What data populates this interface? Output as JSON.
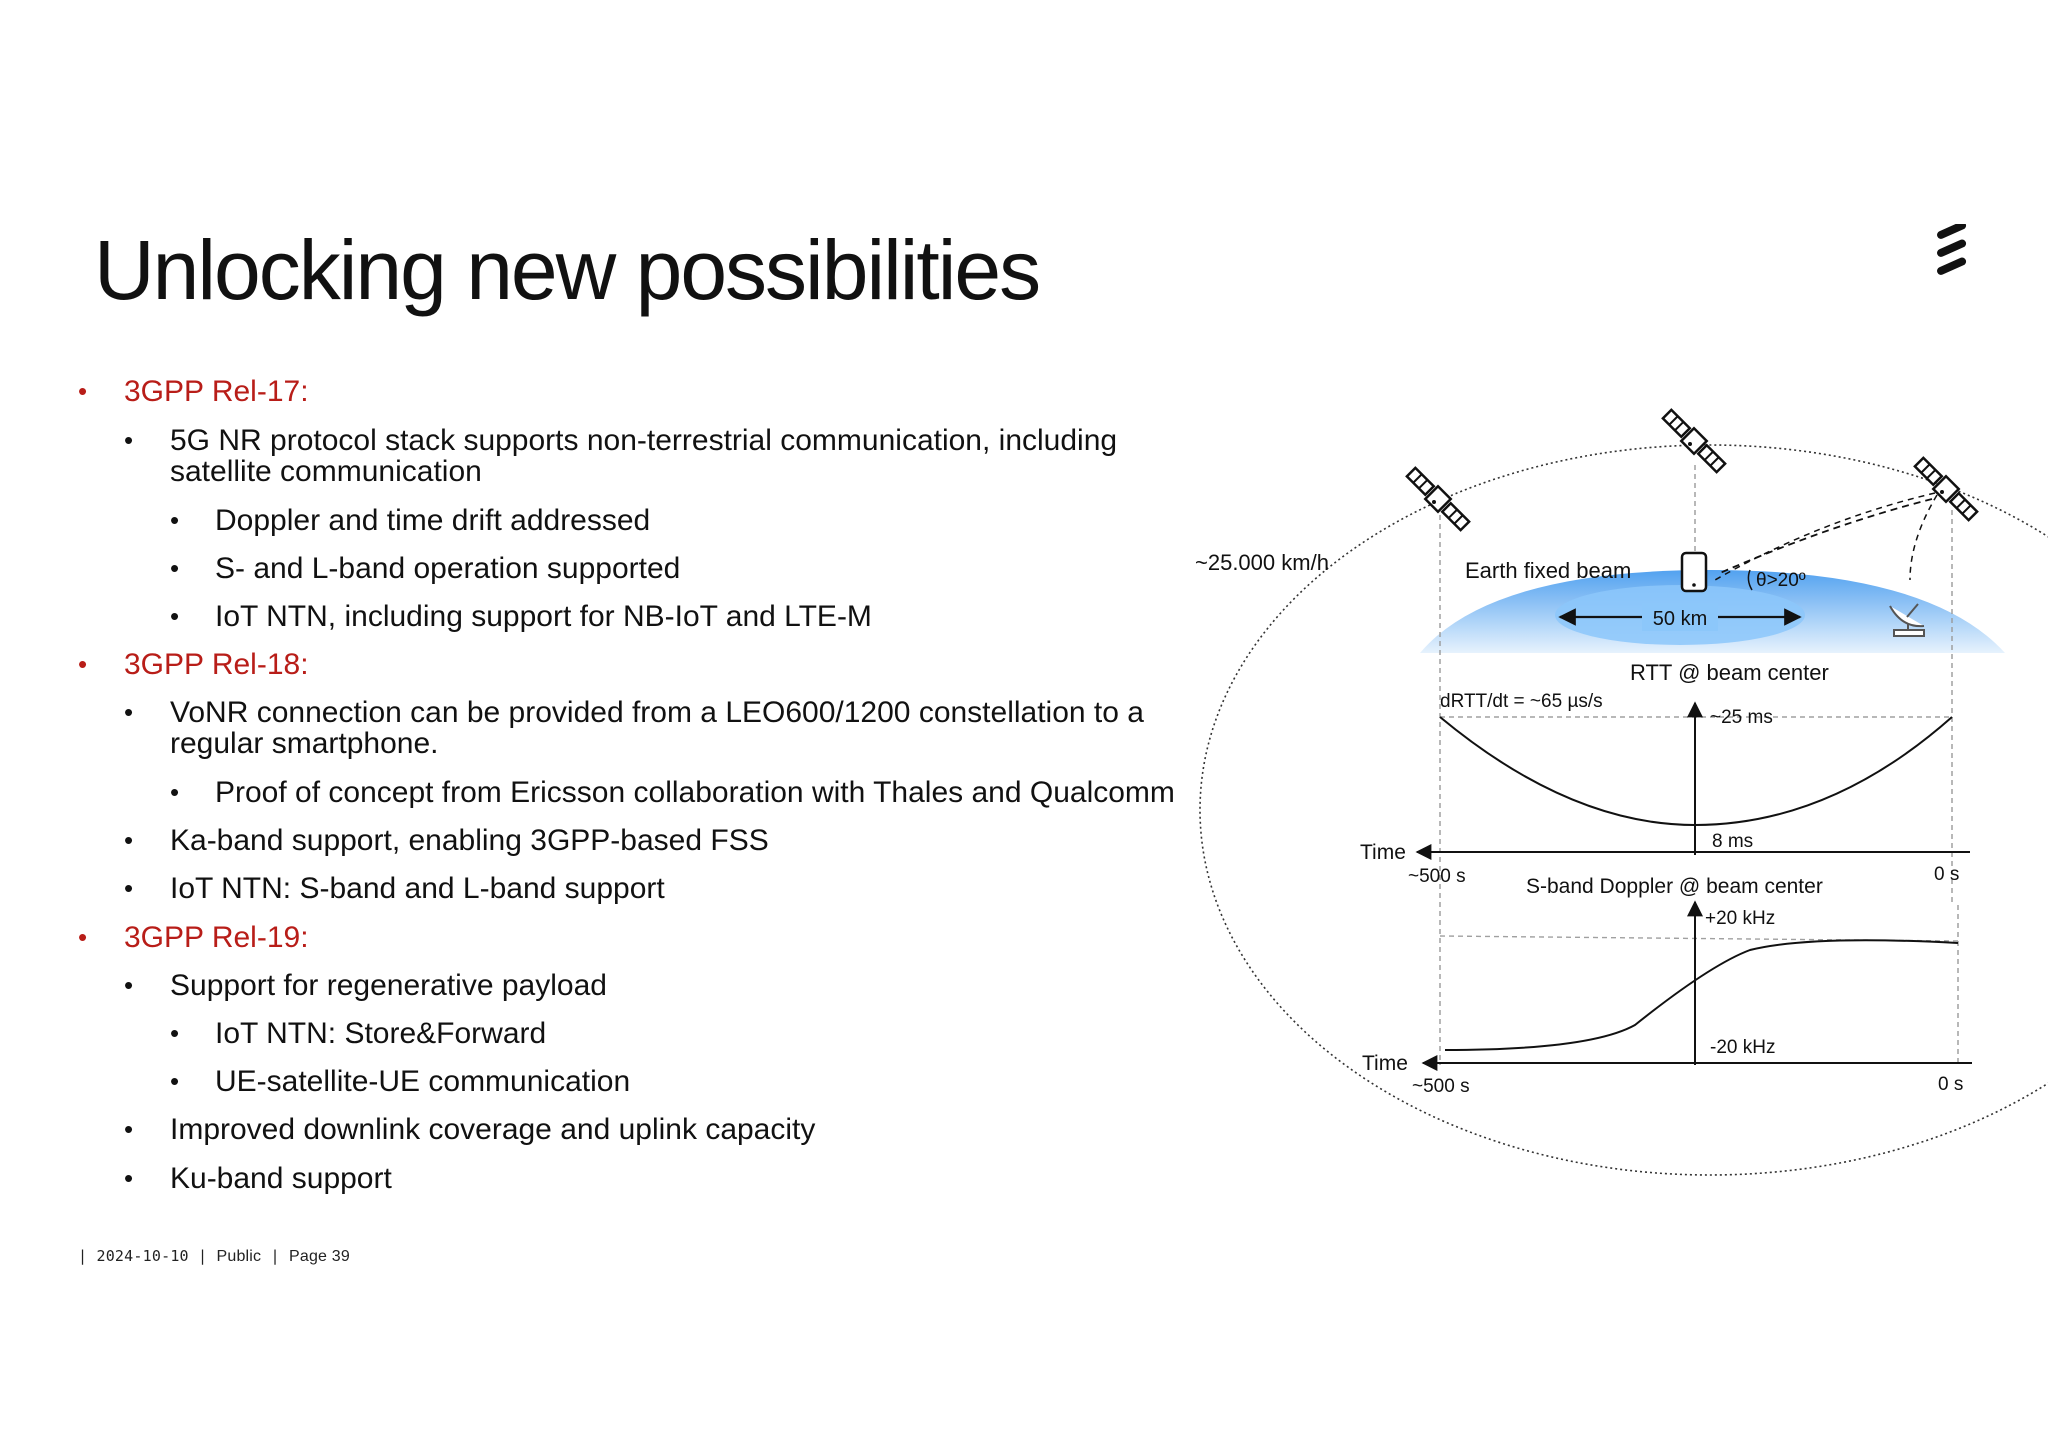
{
  "slide": {
    "title": "Unlocking new possibilities",
    "footer": {
      "date": "2024-10-10",
      "classification": "Public",
      "page": "Page 39"
    }
  },
  "bullets": [
    {
      "level": 1,
      "text": "3GPP Rel-17:"
    },
    {
      "level": 2,
      "text": "5G NR protocol stack supports non-terrestrial communication, including"
    },
    {
      "level": 2,
      "text": "satellite communication",
      "continuation": true
    },
    {
      "level": 3,
      "text": "Doppler and time drift addressed"
    },
    {
      "level": 3,
      "text": "S- and L-band operation supported"
    },
    {
      "level": 3,
      "text": "IoT NTN, including support for NB-IoT and LTE-M"
    },
    {
      "level": 1,
      "text": "3GPP Rel-18:"
    },
    {
      "level": 2,
      "text": "VoNR connection can be provided from a LEO600/1200 constellation to a"
    },
    {
      "level": 2,
      "text": "regular smartphone.",
      "continuation": true
    },
    {
      "level": 3,
      "text": "Proof of concept from Ericsson collaboration with Thales and Qualcomm"
    },
    {
      "level": 2,
      "text": "Ka-band support, enabling 3GPP-based FSS"
    },
    {
      "level": 2,
      "text": "IoT NTN: S-band and L-band support"
    },
    {
      "level": 1,
      "text": "3GPP Rel-19:"
    },
    {
      "level": 2,
      "text": "Support for regenerative payload"
    },
    {
      "level": 3,
      "text": "IoT NTN: Store&Forward"
    },
    {
      "level": 3,
      "text": "UE-satellite-UE communication"
    },
    {
      "level": 2,
      "text": "Improved downlink coverage and uplink capacity"
    },
    {
      "level": 2,
      "text": "Ku-band support"
    }
  ],
  "diagram": {
    "speed_label": "~25.000 km/h",
    "beam_label": "Earth fixed beam",
    "beam_width_label": "50 km",
    "angle_label": "θ>20º",
    "rtt": {
      "title": "RTT @ beam center",
      "slope_label": "dRTT/dt = ~65 µs/s",
      "max_label": "~25 ms",
      "min_label": "8 ms",
      "time_axis_label": "Time",
      "start_label": "~500 s",
      "end_label": "0 s"
    },
    "doppler": {
      "title": "S-band Doppler @ beam center",
      "max_label": "+20 kHz",
      "min_label": "-20 kHz",
      "time_axis_label": "Time",
      "start_label": "~500 s",
      "end_label": "0 s"
    },
    "colors": {
      "accent_red": "#b81d18",
      "beam_blue": "#5aa9f0"
    }
  }
}
